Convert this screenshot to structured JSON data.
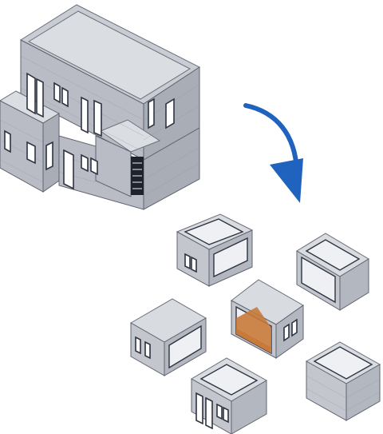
{
  "diagram": {
    "from": "assembled-house",
    "to": "modular-units",
    "module_count": 6,
    "colors": {
      "arrow": "#1f63bf",
      "wall": "#b9bcc4",
      "roof": "#dadde2",
      "floor": "#c87a3a",
      "outline": "#2e3340"
    },
    "icons": [
      "house-icon",
      "transform-arrow-icon",
      "module-icon"
    ]
  }
}
